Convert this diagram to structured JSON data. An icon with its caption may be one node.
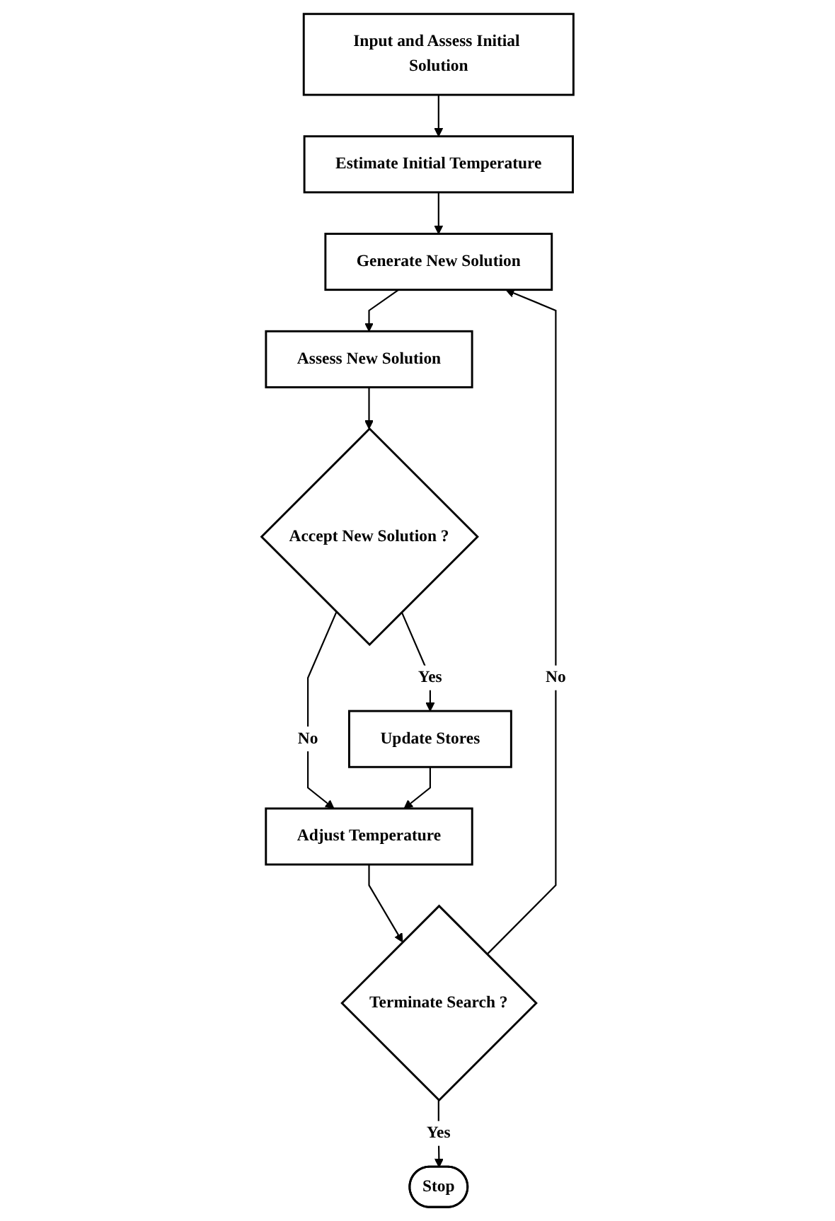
{
  "diagram": {
    "nodes": [
      {
        "text": [
          "Input and Assess Initial Solution"
        ]
      },
      {
        "text": [
          "Estimate Initial Temperature"
        ]
      },
      {
        "text": [
          "Generate New Solution"
        ]
      },
      {
        "text": [
          "Assess New Solution"
        ]
      },
      {
        "text": [
          "Accept New Solution ?"
        ]
      },
      {
        "text": [
          "Update Stores"
        ]
      },
      {
        "text": [
          "Adjust Temperature"
        ]
      },
      {
        "text": [
          "Terminate Search ?"
        ]
      },
      {
        "text": [
          "Stop"
        ]
      }
    ],
    "edges": [
      {
        "from": 0,
        "to": 1,
        "arrow": "to"
      },
      {
        "from": 1,
        "to": 2,
        "arrow": "to"
      },
      {
        "from": 2,
        "to": 3,
        "arrow": "to"
      },
      {
        "from": 3,
        "to": 4,
        "arrow": "to"
      },
      {
        "from": 4,
        "to": 5,
        "arrow": "to",
        "label": "Yes"
      },
      {
        "from": 4,
        "to": 6,
        "arrow": "to",
        "label": "No"
      },
      {
        "from": 5,
        "to": 6,
        "arrow": "to"
      },
      {
        "from": 6,
        "to": 7,
        "arrow": "to"
      },
      {
        "from": 7,
        "to": 2,
        "arrow": "to",
        "label": "No"
      },
      {
        "from": 7,
        "to": 8,
        "arrow": "to",
        "label": "Yes"
      }
    ]
  }
}
